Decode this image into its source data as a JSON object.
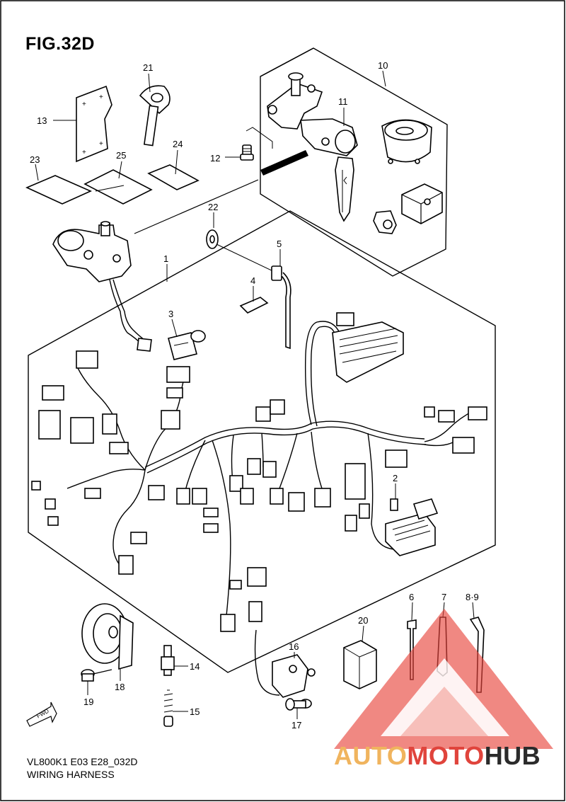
{
  "figure": {
    "title": "FIG.32D",
    "model_line": "VL800K1 E03 E28_032D",
    "section_name": "WIRING HARNESS",
    "fwd_label": "FWD"
  },
  "callouts": [
    "1",
    "2",
    "3",
    "4",
    "5",
    "6",
    "7",
    "8·9",
    "10",
    "11",
    "12",
    "13",
    "14",
    "15",
    "16",
    "17",
    "18",
    "19",
    "20",
    "21",
    "22",
    "23",
    "24",
    "25"
  ],
  "watermark": {
    "part1": "AUTO",
    "part2": "MOTO",
    "part3": "HUB",
    "colors": {
      "auto": "#f0b45e",
      "moto": "#e0443c",
      "hub": "#2b2b2b",
      "triangle": "#e8443c"
    }
  }
}
